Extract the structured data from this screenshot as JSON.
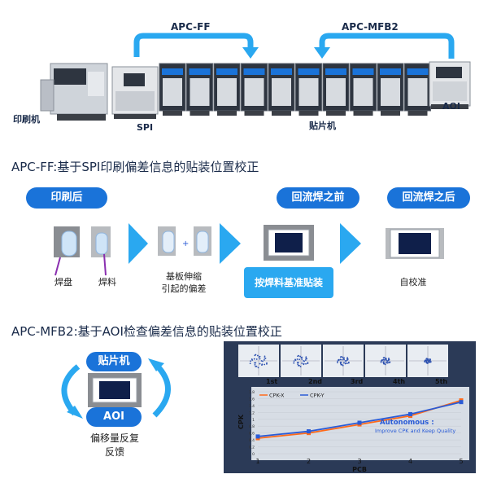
{
  "top": {
    "arrow_ff_label": "APC-FF",
    "arrow_mfb2_label": "APC-MFB2",
    "machine_printer": "印刷机",
    "machine_spi": "SPI",
    "machine_mounter": "贴片机",
    "machine_aoi": "AOI"
  },
  "section_ff": {
    "heading": "APC-FF:基于SPI印刷偏差信息的贴装位置校正",
    "pill_after_print": "印刷后",
    "pill_before_reflow": "回流焊之前",
    "pill_after_reflow": "回流焊之后",
    "label_pad": "焊盘",
    "label_paste": "焊料",
    "label_board_stretch": "基板伸缩\n引起的偏差",
    "button_mount": "按焊料基准贴装",
    "label_self_align": "自校准"
  },
  "section_mfb2": {
    "heading": "APC-MFB2:基于AOI检查偏差信息的贴装位置校正",
    "pill_mounter": "贴片机",
    "pill_aoi": "AOI",
    "feedback_label": "偏移量反复\n反馈"
  },
  "cpk_panel": {
    "thumb_labels": [
      "1st",
      "2nd",
      "3rd",
      "4th",
      "5th"
    ],
    "legend_x": "CPK-X",
    "legend_y": "CPK-Y",
    "ylabel": "CPK",
    "xlabel": "PCB",
    "annotation_title": "Autonomous :",
    "annotation_sub": "Improve CPK and Keep Quality",
    "colors": {
      "cpk_x": "#ff6a1a",
      "cpk_y": "#2a5bd6",
      "panel_bg": "#2b3a57"
    }
  },
  "chart_data": {
    "type": "line",
    "x": [
      1,
      2,
      3,
      4,
      5
    ],
    "xticks": [
      "1",
      "2",
      "3",
      "4",
      "5"
    ],
    "yticks": [
      "0",
      "0.2",
      "0.4",
      "0.6",
      "0.8",
      "1",
      "1.2",
      "1.4",
      "1.6",
      "1.8"
    ],
    "xlabel": "PCB",
    "ylabel": "CPK",
    "ylim": [
      0,
      1.8
    ],
    "series": [
      {
        "name": "CPK-X",
        "values": [
          0.45,
          0.6,
          0.85,
          1.1,
          1.55
        ]
      },
      {
        "name": "CPK-Y",
        "values": [
          0.5,
          0.65,
          0.9,
          1.15,
          1.5
        ]
      }
    ]
  }
}
